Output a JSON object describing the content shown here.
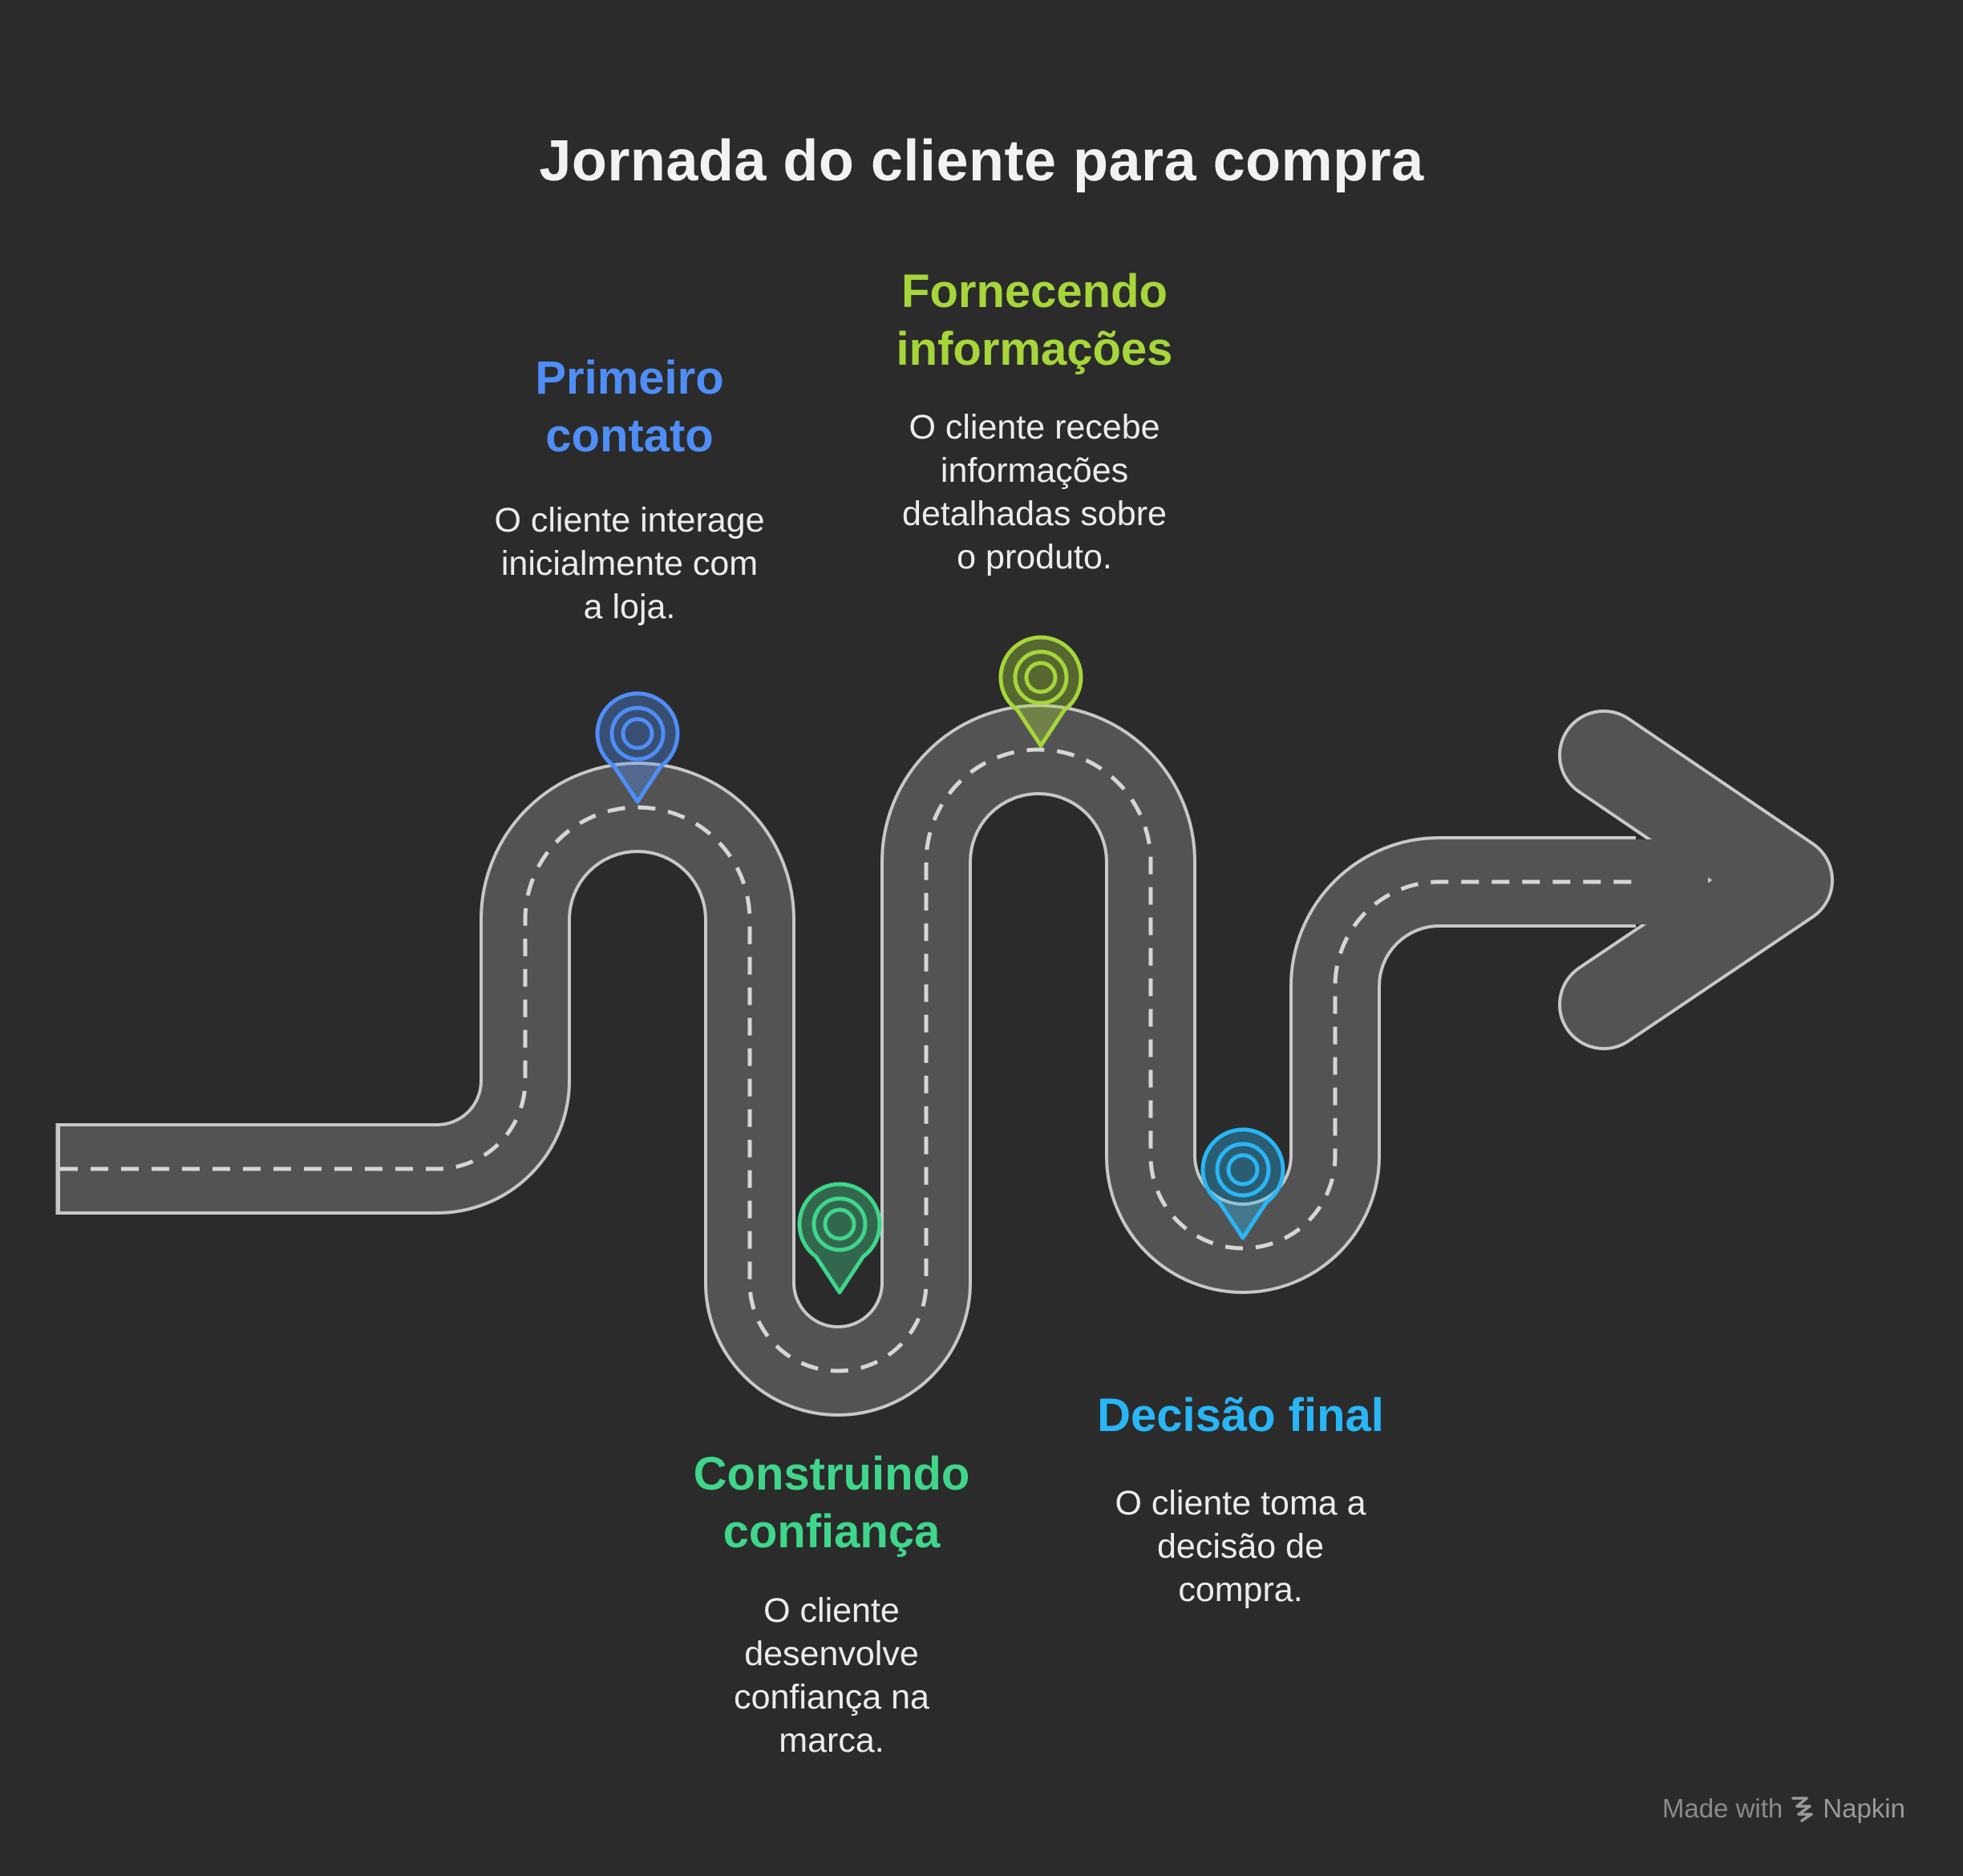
{
  "title": "Jornada do cliente para compra",
  "colors": {
    "background": "#2b2b2b",
    "road_fill": "#535353",
    "road_edge": "#c8c8c8",
    "blue": "#4f8ef7",
    "green_light": "#a6d63a",
    "green": "#3fd68b",
    "cyan": "#29b6f6"
  },
  "steps": [
    {
      "title_lines": [
        "Primeiro",
        "contato"
      ],
      "description_lines": [
        "O cliente interage",
        "inicialmente com",
        "a loja."
      ],
      "color": "#4f8ef7",
      "icon": "map-pin-icon"
    },
    {
      "title_lines": [
        "Construindo",
        "confiança"
      ],
      "description_lines": [
        "O cliente",
        "desenvolve",
        "confiança na",
        "marca."
      ],
      "color": "#3fd68b",
      "icon": "map-pin-icon"
    },
    {
      "title_lines": [
        "Fornecendo",
        "informações"
      ],
      "description_lines": [
        "O cliente recebe",
        "informações",
        "detalhadas sobre",
        "o produto."
      ],
      "color": "#a6d63a",
      "icon": "map-pin-icon"
    },
    {
      "title_lines": [
        "Decisão final"
      ],
      "description_lines": [
        "O cliente toma a",
        "decisão de",
        "compra."
      ],
      "color": "#29b6f6",
      "icon": "map-pin-icon"
    }
  ],
  "footer": {
    "made_with": "Made with",
    "brand": "Napkin",
    "icon": "napkin-logo-icon"
  }
}
